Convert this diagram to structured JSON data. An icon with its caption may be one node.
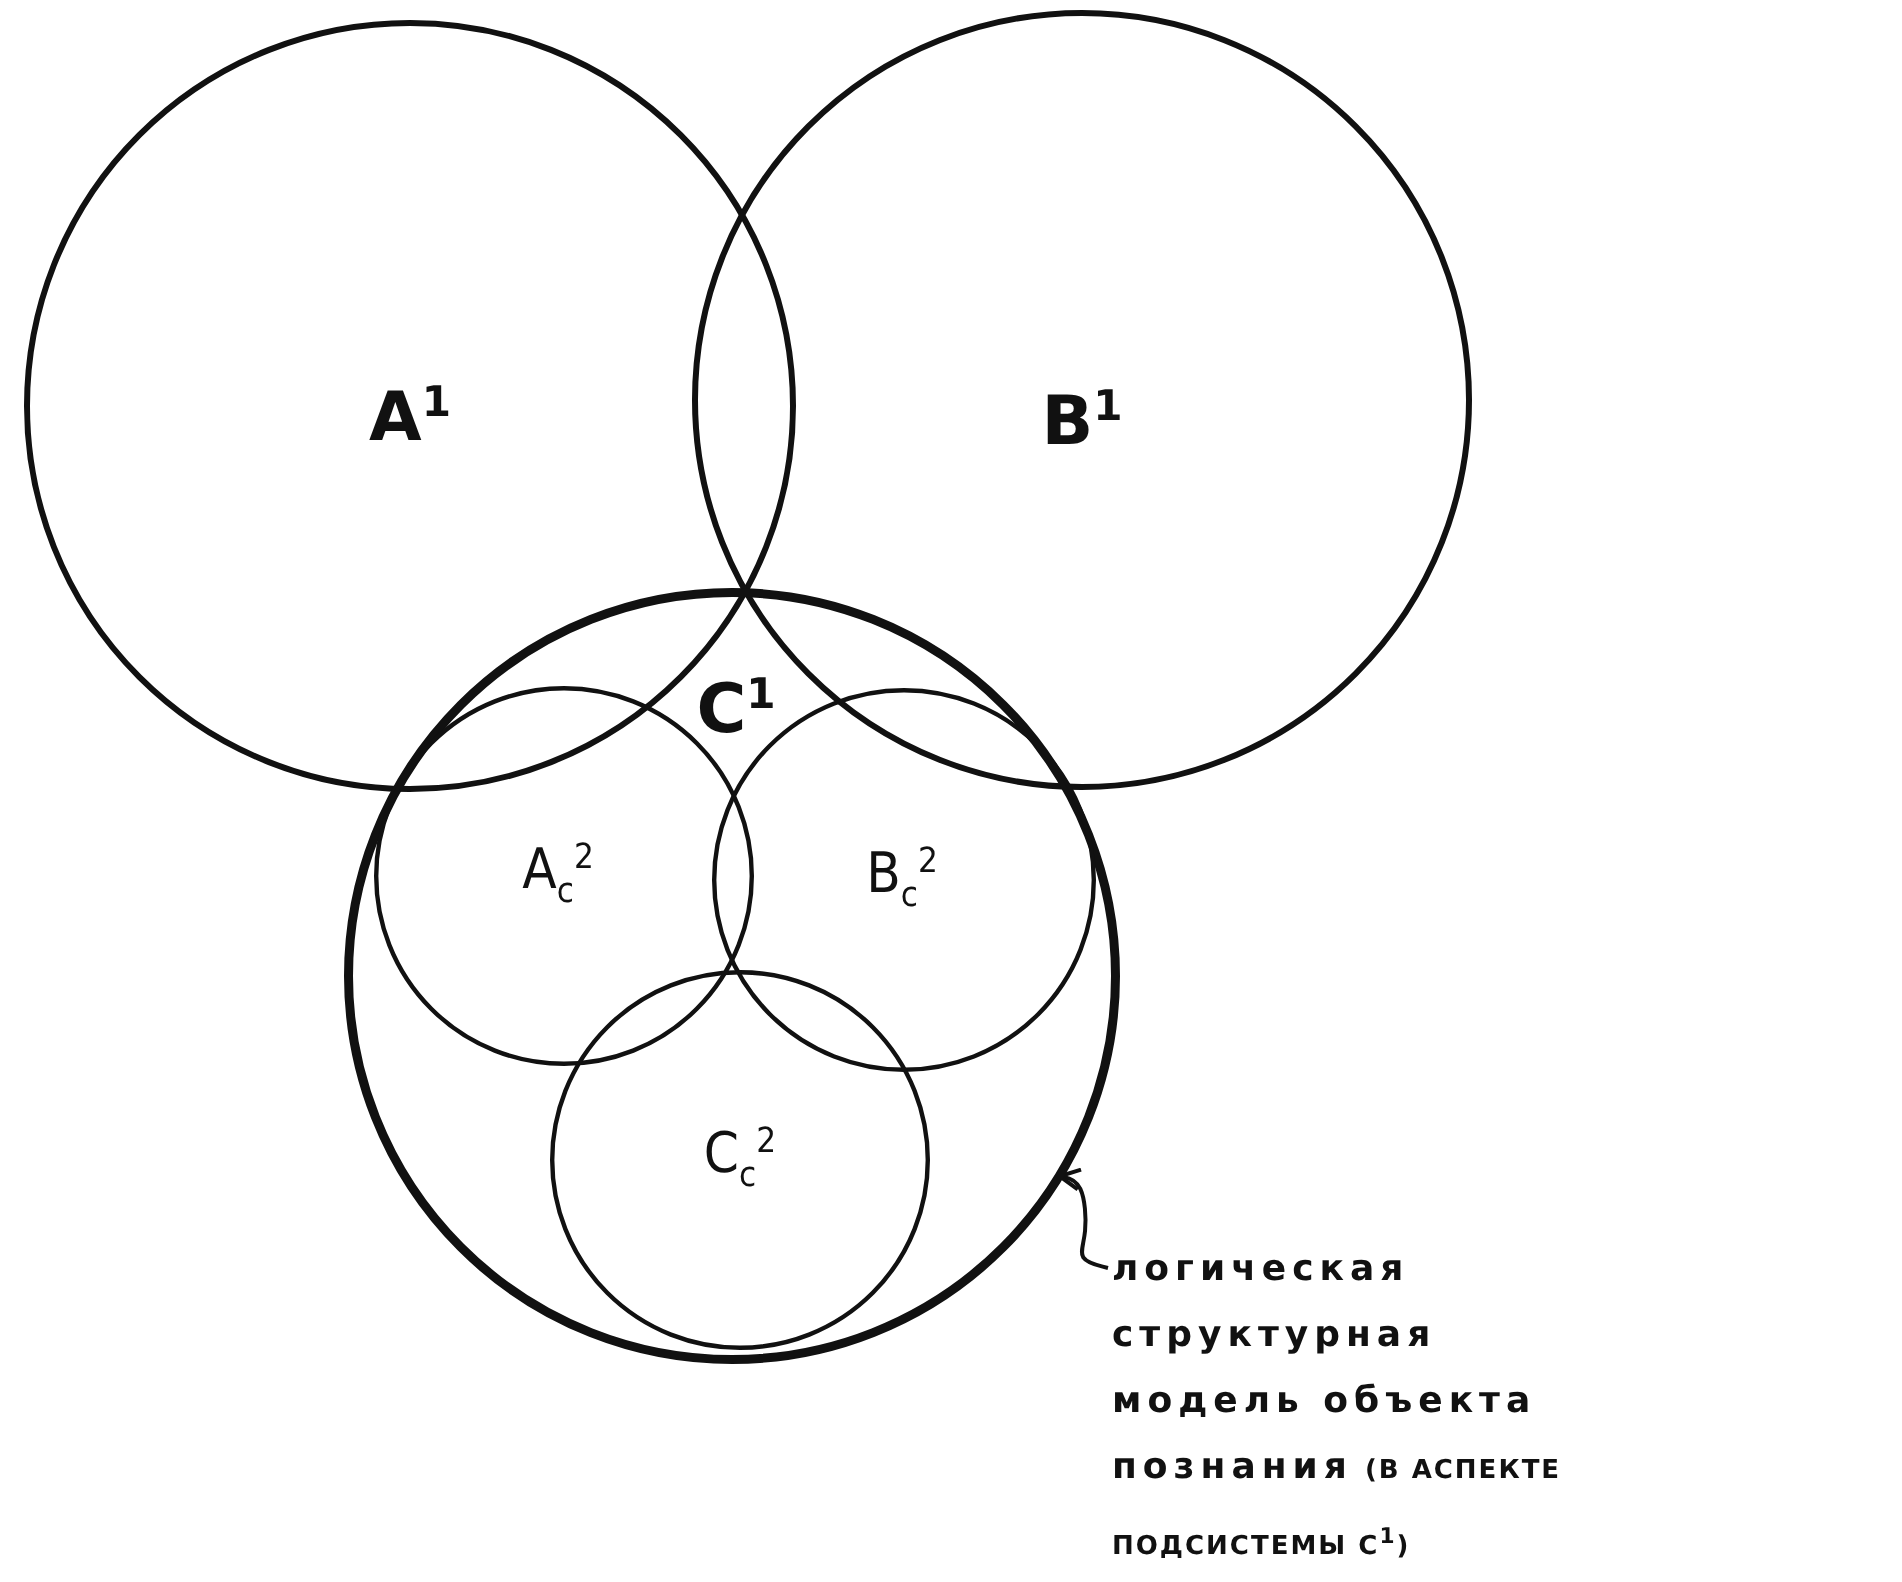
{
  "diagram": {
    "nodes": [
      {
        "text": [
          "A$^{1}$"
        ]
      },
      {
        "text": [
          "B$^{1}$"
        ]
      },
      {
        "text": [
          "C$^{1}$"
        ]
      },
      {
        "text": [
          "A$_{c}$$^{2}$"
        ],
        "in": 2
      },
      {
        "text": [
          "B$_{c}$$^{2}$"
        ],
        "in": 2
      },
      {
        "text": [
          "C$_{c}$$^{2}$"
        ],
        "in": 2
      },
      {
        "text": [
          "логическая структурная модель объекта познания",
          "(В АСПЕКТЕ ПОДСИСТЕМЫ C$^{1}$)"
        ]
      }
    ],
    "edges": [
      {
        "from": 6,
        "to": 2,
        "arrow": "to"
      }
    ]
  }
}
